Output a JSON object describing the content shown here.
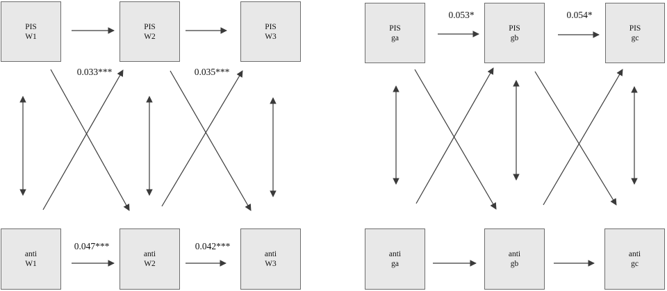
{
  "diagram": {
    "boxes": [
      {
        "id": "pis-w1",
        "line1": "PIS",
        "line2": "W1"
      },
      {
        "id": "pis-w2",
        "line1": "PIS",
        "line2": "W2"
      },
      {
        "id": "pis-w3",
        "line1": "PIS",
        "line2": "W3"
      },
      {
        "id": "pis-ga",
        "line1": "PIS",
        "line2": "ga"
      },
      {
        "id": "pis-gb",
        "line1": "PIS",
        "line2": "gb"
      },
      {
        "id": "pis-gc",
        "line1": "PIS",
        "line2": "gc"
      },
      {
        "id": "anti-w1",
        "line1": "anti",
        "line2": "W1"
      },
      {
        "id": "anti-w2",
        "line1": "anti",
        "line2": "W2"
      },
      {
        "id": "anti-w3",
        "line1": "anti",
        "line2": "W3"
      },
      {
        "id": "anti-ga",
        "line1": "anti",
        "line2": "ga"
      },
      {
        "id": "anti-gb",
        "line1": "anti",
        "line2": "gb"
      },
      {
        "id": "anti-gc",
        "line1": "anti",
        "line2": "gc"
      }
    ],
    "coefficient_labels": [
      {
        "id": "coef-cross-w1-w2",
        "text": "0.033***"
      },
      {
        "id": "coef-cross-w2-w3",
        "text": "0.035***"
      },
      {
        "id": "coef-pis-ga-gb",
        "text": "0.053*"
      },
      {
        "id": "coef-pis-gb-gc",
        "text": "0.054*"
      },
      {
        "id": "coef-anti-w1-w2",
        "text": "0.047***"
      },
      {
        "id": "coef-anti-w2-w3",
        "text": "0.042***"
      }
    ],
    "edges": [
      "PIS W1 -> PIS W2",
      "PIS W2 -> PIS W3",
      "PIS ga -> PIS gb",
      "PIS gb -> PIS gc",
      "anti W1 -> anti W2",
      "anti W2 -> anti W3",
      "anti ga -> anti gb",
      "anti gb -> anti gc",
      "PIS W1 <-> anti W1",
      "PIS W2 <-> anti W2",
      "PIS W3 <-> anti W3",
      "PIS ga <-> anti ga",
      "PIS gb <-> anti gb",
      "PIS gc <-> anti gc",
      "PIS W1 -> anti W2",
      "anti W1 -> PIS W2",
      "PIS W2 -> anti W3",
      "anti W2 -> PIS W3",
      "PIS ga -> anti gb",
      "anti ga -> PIS gb",
      "PIS gb -> anti gc",
      "anti gb -> PIS gc"
    ],
    "colors": {
      "box_fill": "#e8e8e8",
      "box_border": "#6d6d6d",
      "arrow": "#3a3a3a",
      "text": "#111111",
      "background": "#ffffff"
    }
  }
}
